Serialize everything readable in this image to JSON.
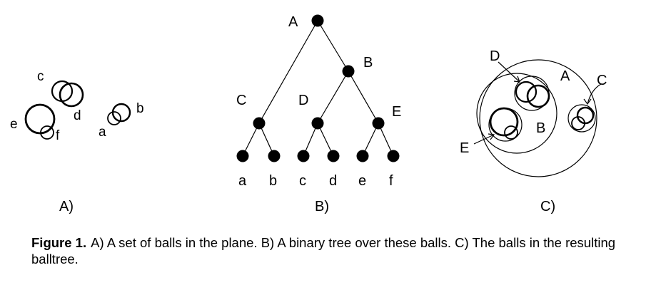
{
  "panels": {
    "a": {
      "label": "A)",
      "balls": [
        "c",
        "d",
        "e",
        "f",
        "a",
        "b"
      ]
    },
    "b": {
      "label": "B)",
      "internal_nodes": [
        "A",
        "B",
        "C",
        "D",
        "E"
      ],
      "leaves": [
        "a",
        "b",
        "c",
        "d",
        "e",
        "f"
      ]
    },
    "c": {
      "label": "C)",
      "balls": [
        "D",
        "A",
        "C",
        "B",
        "E"
      ]
    }
  },
  "caption": {
    "number": "Figure 1.",
    "text": "A) A set of balls in the plane. B) A binary tree over these balls. C) The balls in the resulting balltree."
  }
}
